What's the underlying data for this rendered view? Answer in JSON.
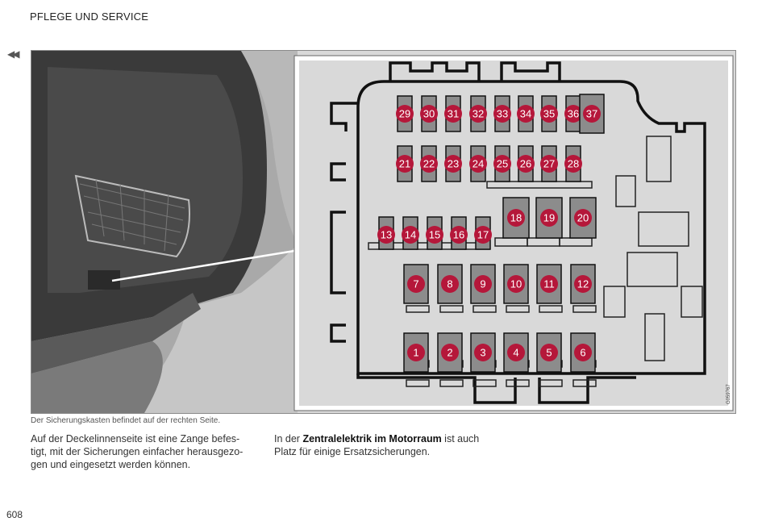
{
  "header": {
    "section_title": "PFLEGE UND SERVICE"
  },
  "nav": {
    "back_icon": "double-left-arrow-icon",
    "back_glyph": "◀◀"
  },
  "figure": {
    "image_code": "G059767",
    "fuse_numbers": [
      "1",
      "2",
      "3",
      "4",
      "5",
      "6",
      "7",
      "8",
      "9",
      "10",
      "11",
      "12",
      "13",
      "14",
      "15",
      "16",
      "17",
      "18",
      "19",
      "20",
      "21",
      "22",
      "23",
      "24",
      "25",
      "26",
      "27",
      "28",
      "29",
      "30",
      "31",
      "32",
      "33",
      "34",
      "35",
      "36",
      "37"
    ],
    "fuse_marker_color": "#b5173a",
    "fuse_fill_color": "#8c8c8c"
  },
  "caption": "Der Sicherungskasten befindet auf der rechten Seite.",
  "body": {
    "col1_lines": [
      "Auf der Deckelinnenseite ist eine Zange befes-",
      "tigt, mit der Sicherungen einfacher herausgezo-",
      "gen und eingesetzt werden können."
    ],
    "col2_line1_prefix": "In der ",
    "col2_line1_bold": "Zentralelektrik im Motorraum",
    "col2_line1_suffix": " ist auch",
    "col2_line2": "Platz für einige Ersatzsicherungen."
  },
  "page_number": "608"
}
